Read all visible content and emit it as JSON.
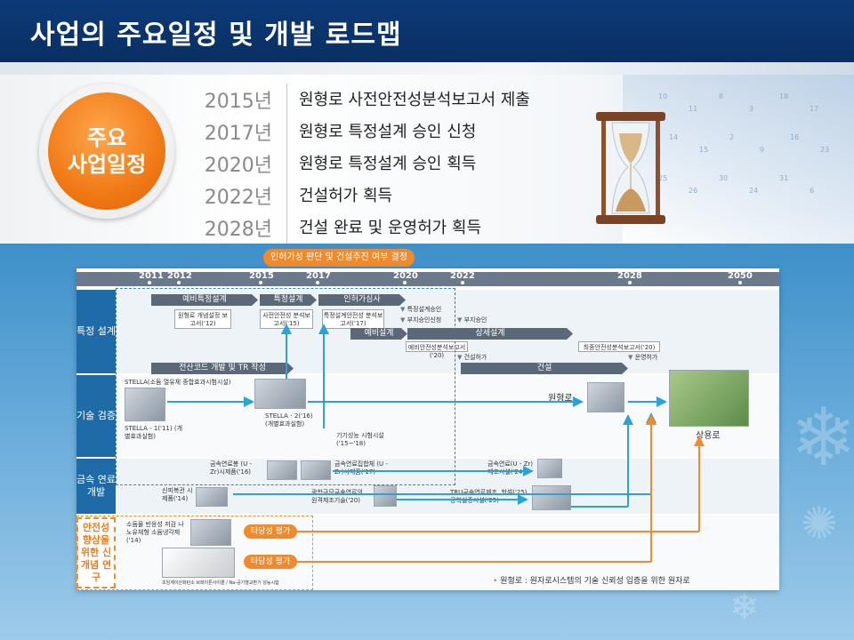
{
  "header": {
    "title": "사업의 주요일정 및 개발 로드맵"
  },
  "badge": {
    "line1": "주요",
    "line2": "사업일정"
  },
  "schedule": [
    {
      "year": "2015년",
      "text": "원형로 사전안전성분석보고서 제출"
    },
    {
      "year": "2017년",
      "text": "원형로 특정설계 승인 신청"
    },
    {
      "year": "2020년",
      "text": "원형로 특정설계 승인 획득"
    },
    {
      "year": "2022년",
      "text": "건설허가 획득"
    },
    {
      "year": "2028년",
      "text": "건설 완료 및 운영허가 획득"
    }
  ],
  "calendar_numbers": [
    "10",
    "11",
    "8",
    "3",
    "18",
    "17",
    "14",
    "15",
    "2",
    "9",
    "16",
    "23",
    "25",
    "26",
    "30",
    "24",
    "31",
    "6"
  ],
  "roadmap": {
    "decision_label": "인허가성 판단 및 건설추진 여부 결정",
    "years": [
      "2011",
      "2012",
      "2015",
      "2017",
      "2020",
      "2022",
      "2028",
      "2050"
    ],
    "rows": {
      "design": "특정 설계",
      "tech": "기술 검증",
      "fuel": "금속 연료 개발",
      "safety": "안전성 향상을 위한 신개념 연구"
    },
    "phases": {
      "prelim_specific": "예비특정설계",
      "specific": "특정설계",
      "licensing": "인허가심사",
      "prelim": "예비설계",
      "detail": "상세설계",
      "code_dev": "전산코드 개발 및 TR 작성",
      "construction": "건설"
    },
    "boxes": {
      "concept_report": "원형로 개념설정 보고서('12)",
      "pre_safety": "사전안전성 분석보고서('15)",
      "spec_design_safety": "특정설계안전성 분석보고서('17)",
      "prelim_safety": "예비안전성분석보고서('20)",
      "final_safety": "최종안전성분석보고서('20)"
    },
    "milestones": {
      "spec_approval": "특정설계승인",
      "site_apply": "부지승인신청",
      "site_approval": "부지승인",
      "construction_permit": "건설허가",
      "operation_permit": "운영허가"
    },
    "tech": {
      "stella_facility": "STELLA(소듐 열유체 종합효과시험시설)",
      "stella1": "STELLA - 1('11) (개별효과실험)",
      "stella2": "STELLA - 2('16) (개별효과실험)",
      "equip_test": "기기성능 시험시설('15~'18)",
      "prototype": "원형로",
      "commercial": "상용로"
    },
    "fuel": {
      "cladding": "금속연료봉 (U - Zr)시제품('16)",
      "alloy": "금속연료집합체 (U - Zr)시제품('17)",
      "facility24": "금속연료(U - Zr) 제조시설('24)",
      "new_clad": "신피복관 시제품('14)",
      "fabrication": "광학규모금속연료의 원격제조기술('20)",
      "tru": "TRU금속연료제조, 핫셀('25) 공학실증시설('25)"
    },
    "safety": {
      "sodium": "소듐물 반응성 저감 나노유체형 소듐냉각제('14)",
      "feasibility1": "타당성 평가",
      "feasibility2": "타당성 평가",
      "fig_labels": "초임계이산화탄소 브레이튼사이클 / Na-공기열교환기 성능시험"
    },
    "footnote": "원형로 : 원자로시스템의 기술 신뢰성 입증을 위한 원자로"
  }
}
